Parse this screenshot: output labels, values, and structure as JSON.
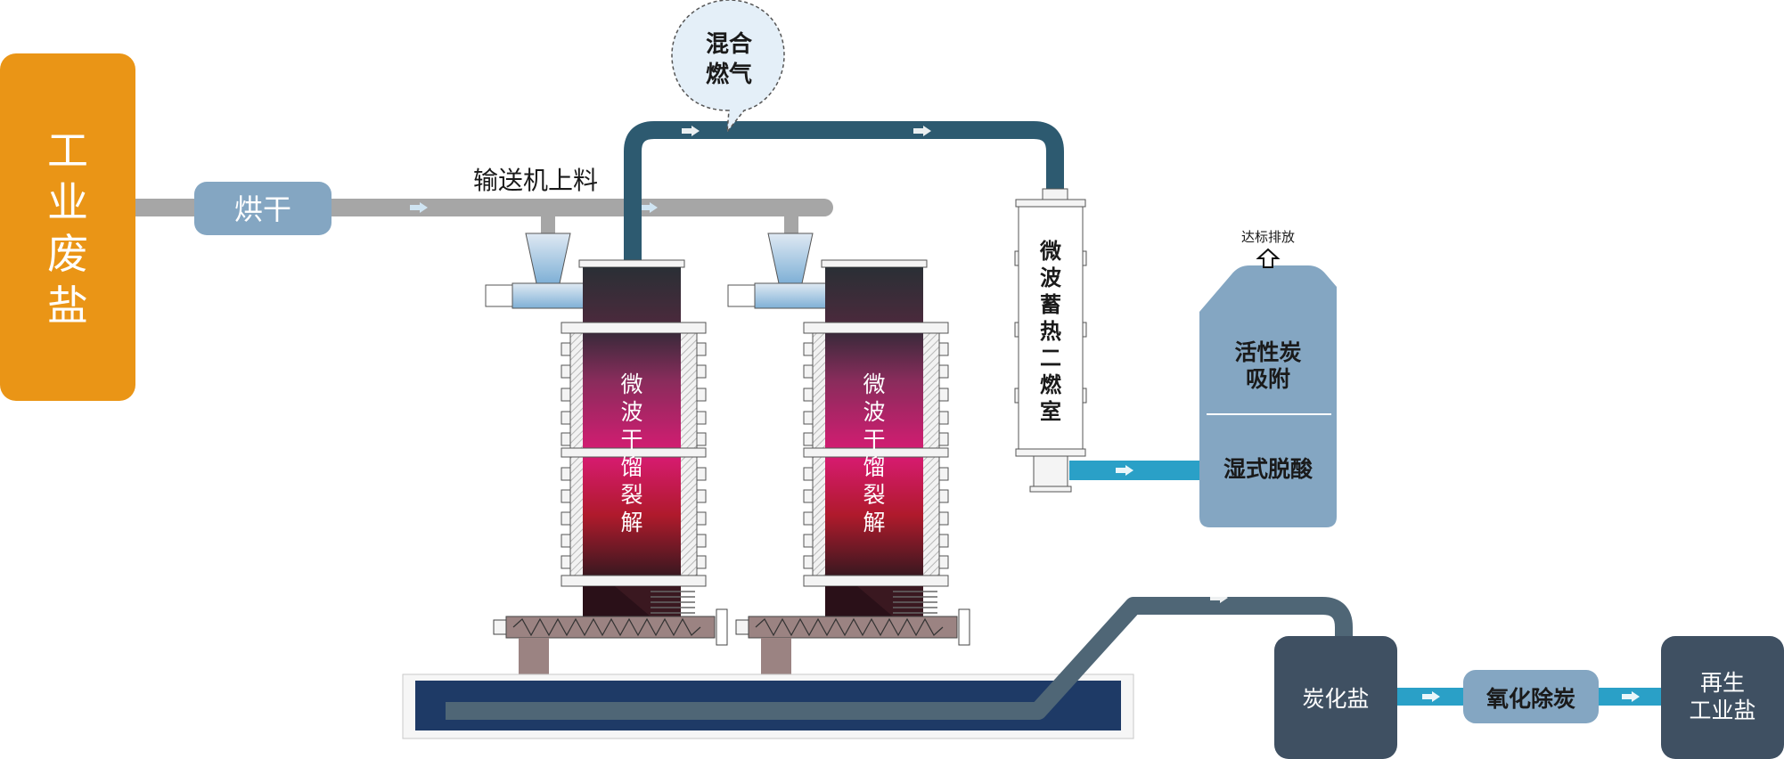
{
  "source": {
    "label": [
      "工",
      "业",
      "废",
      "盐"
    ]
  },
  "drying": {
    "label": "烘干"
  },
  "conveyor": {
    "label": "输送机上料"
  },
  "mixed_gas": {
    "label": [
      "混合",
      "燃气"
    ]
  },
  "reactor_1": {
    "label": [
      "微",
      "波",
      "干",
      "馏",
      "裂",
      "解"
    ]
  },
  "reactor_2": {
    "label": [
      "微",
      "波",
      "干",
      "馏",
      "裂",
      "解"
    ]
  },
  "secondary_chamber": {
    "label": [
      "微",
      "波",
      "蓄",
      "热",
      "二",
      "燃",
      "室"
    ]
  },
  "emission": {
    "label": "达标排放"
  },
  "scrubber": {
    "top_label": [
      "活性炭",
      "吸附"
    ],
    "bottom_label": "湿式脱酸"
  },
  "carbonized_salt": {
    "label": "炭化盐"
  },
  "oxidation": {
    "label": "氧化除炭"
  },
  "regenerated": {
    "label": [
      "再生",
      "工业盐"
    ]
  },
  "colors": {
    "source_orange": "#ea9516",
    "light_blue_box": "#84a6c2",
    "dark_pipe": "#2d5a70",
    "slate_box": "#3f5062",
    "cyan_pipe": "#2aa0c7",
    "gray_pipe": "#a6a6a6",
    "tank_navy": "#1e3a66"
  }
}
